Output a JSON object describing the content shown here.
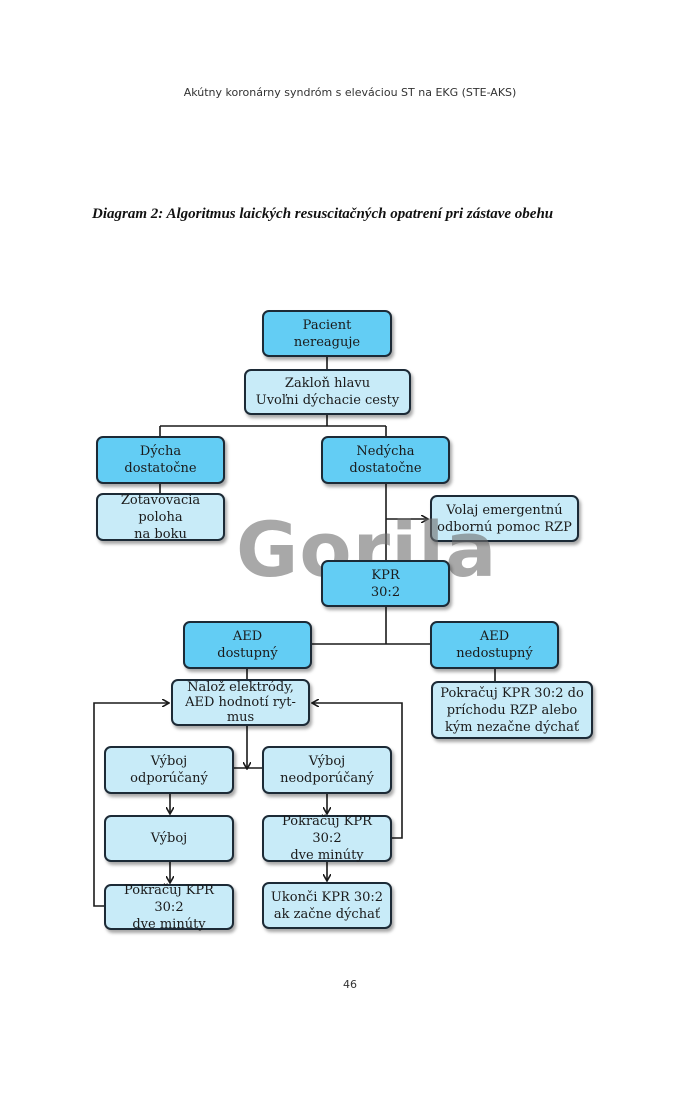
{
  "header": {
    "running_head": "Akútny koronárny syndróm s eleváciou ST na EKG (STE-AKS)"
  },
  "diagram_title": "Diagram 2: Algoritmus laických resuscitačných opatrení pri zástave obehu",
  "watermark": "Gorila",
  "nodes": {
    "pacient": "Pacient\nnereaguje",
    "zaklon": "Zakloň hlavu\nUvoľni dýchacie cesty",
    "dycha": "Dýcha\ndostatočne",
    "nedycha": "Nedýcha\ndostatočne",
    "zotavovacia": "Zotavovacia poloha\nna boku",
    "volaj": "Volaj emergentnú\nodbornú pomoc RZP",
    "kpr": "KPR\n30:2",
    "aed_dostupny": "AED\ndostupný",
    "aed_nedostupny": "AED\nnedostupný",
    "naloz": "Nalož elektródy,\nAED hodnotí ryt-\nmus",
    "pokracuj_rzp": "Pokračuj KPR 30:2 do\npríchodu RZP alebo\nkým nezačne dýchať",
    "vyboj_odporucany": "Výboj\nodporúčaný",
    "vyboj_neodporucany": "Výboj\nneodporúčaný",
    "vyboj": "Výboj",
    "pokracuj_dve_right": "Pokračuj KPR 30:2\ndve minúty",
    "pokracuj_dve_left": "Pokračuj KPR 30:2\ndve minúty",
    "ukonci": "Ukonči KPR 30:2\nak začne dýchať"
  },
  "colors": {
    "dark_fill": "#63cdf4",
    "light_fill": "#c8ebf8",
    "border": "#1c2a36",
    "line": "#1a1a1a"
  },
  "page_number": "46"
}
